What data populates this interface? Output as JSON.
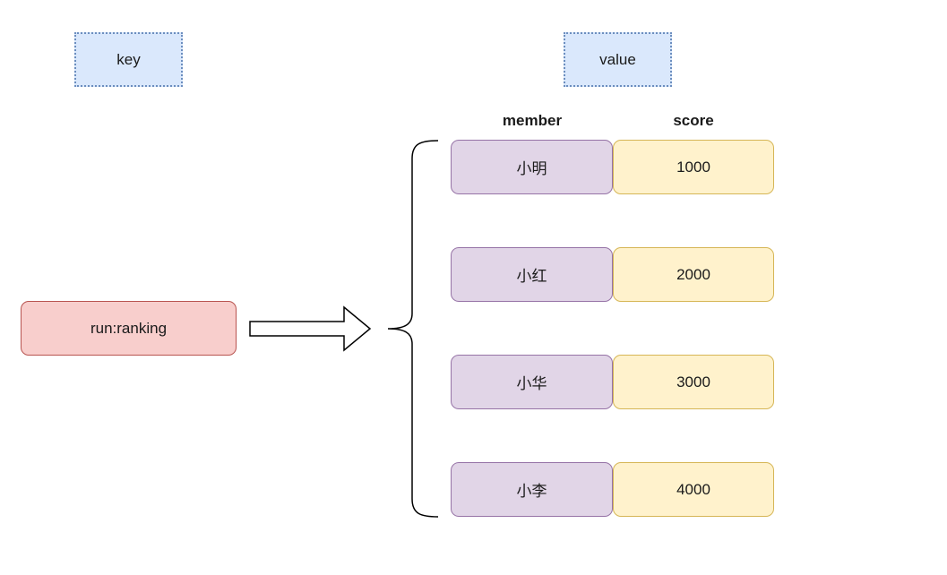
{
  "headers": {
    "key_label": "key",
    "value_label": "value"
  },
  "columns": {
    "member_label": "member",
    "score_label": "score"
  },
  "key_node": {
    "label": "run:ranking"
  },
  "rows": [
    {
      "member": "小明",
      "score": "1000"
    },
    {
      "member": "小红",
      "score": "2000"
    },
    {
      "member": "小华",
      "score": "3000"
    },
    {
      "member": "小李",
      "score": "4000"
    }
  ],
  "colors": {
    "header_fill": "#dae8fc",
    "header_border": "#6c8ebf",
    "key_fill": "#f8cecc",
    "key_border": "#b85450",
    "member_fill": "#e1d5e7",
    "member_border": "#9673a6",
    "score_fill": "#fff2cc",
    "score_border": "#d6b656"
  }
}
